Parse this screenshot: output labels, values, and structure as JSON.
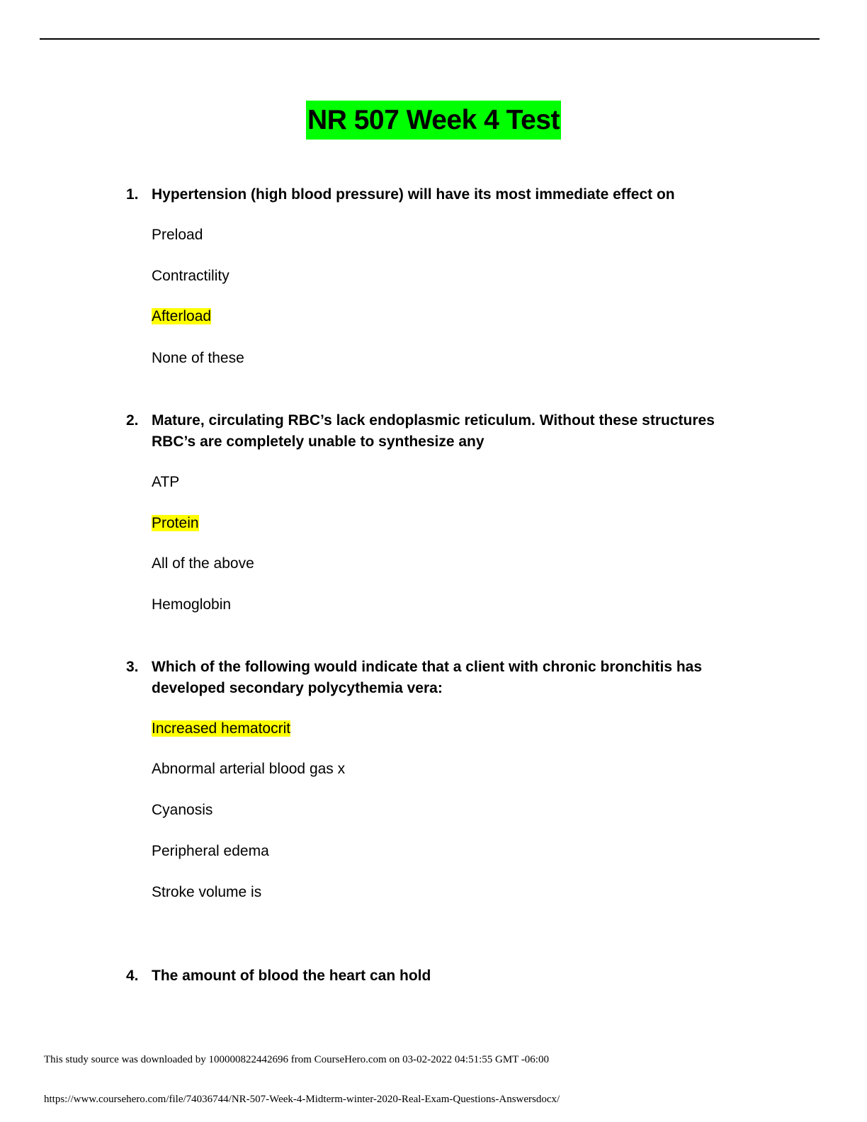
{
  "document": {
    "title": "NR 507 Week 4 Test",
    "highlight_colors": {
      "title": "#00ff00",
      "correct_answer": "#ffff00"
    },
    "questions": [
      {
        "number": "1.",
        "text": "Hypertension (high blood pressure) will have its most immediate effect on",
        "options": [
          "Preload",
          "Contractility",
          "Afterload",
          "None of these"
        ],
        "highlighted_option": "Afterload"
      },
      {
        "number": "2.",
        "text": "Mature, circulating RBC’s lack endoplasmic reticulum. Without these structures RBC’s are completely unable to synthesize any",
        "options": [
          "ATP",
          "Protein",
          "All of the above",
          "Hemoglobin"
        ],
        "highlighted_option": "Protein"
      },
      {
        "number": "3.",
        "text": "Which of the following would indicate that a client with chronic bronchitis has developed secondary polycythemia vera:",
        "options": [
          "Increased hematocrit",
          "Abnormal arterial blood gas x",
          "Cyanosis",
          "Peripheral edema",
          "Stroke volume is"
        ],
        "highlighted_option": "Increased hematocrit"
      },
      {
        "number": "4.",
        "text": "The amount of blood the heart can hold",
        "options": []
      }
    ]
  },
  "footer": {
    "download_note": "This study source was downloaded by 100000822442696 from CourseHero.com on 03-02-2022 04:51:55 GMT -06:00",
    "source_url": "https://www.coursehero.com/file/74036744/NR-507-Week-4-Midterm-winter-2020-Real-Exam-Questions-Answersdocx/"
  }
}
